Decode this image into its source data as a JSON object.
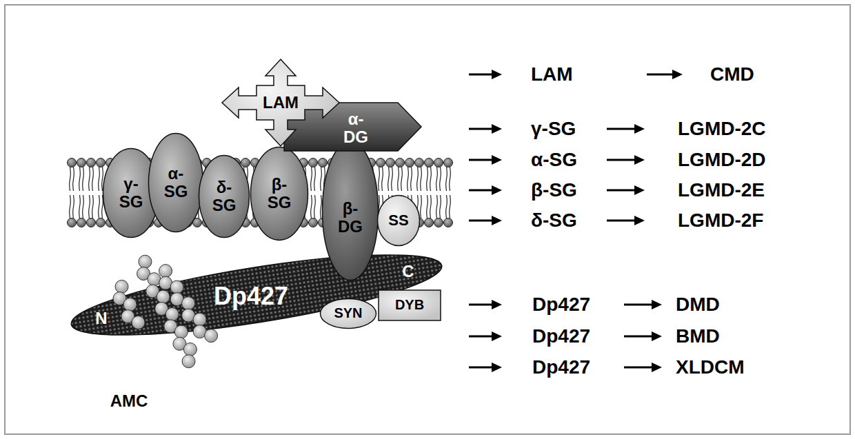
{
  "diagram": {
    "nodes": [
      {
        "text": [
          "LAM"
        ]
      },
      {
        "text": [
          "α-DG"
        ]
      },
      {
        "text": [
          "γ- SG"
        ]
      },
      {
        "text": [
          "α- SG"
        ]
      },
      {
        "text": [
          "δ- SG"
        ]
      },
      {
        "text": [
          "β- SG"
        ]
      },
      {
        "text": [
          "β- DG"
        ]
      },
      {
        "text": [
          "SS"
        ]
      },
      {
        "text": [
          "N",
          "Dp427",
          "C"
        ]
      },
      {
        "text": [
          "SYN"
        ]
      },
      {
        "text": [
          "DYB"
        ]
      }
    ],
    "labels": [
      "AMC",
      "LAM",
      "CMD",
      "γ-SG",
      "LGMD-2C",
      "α-SG",
      "LGMD-2D",
      "β-SG",
      "LGMD-2E",
      "δ-SG",
      "LGMD-2F",
      "Dp427",
      "DMD",
      "Dp427",
      "BMD",
      "Dp427",
      "XLDCM"
    ]
  }
}
